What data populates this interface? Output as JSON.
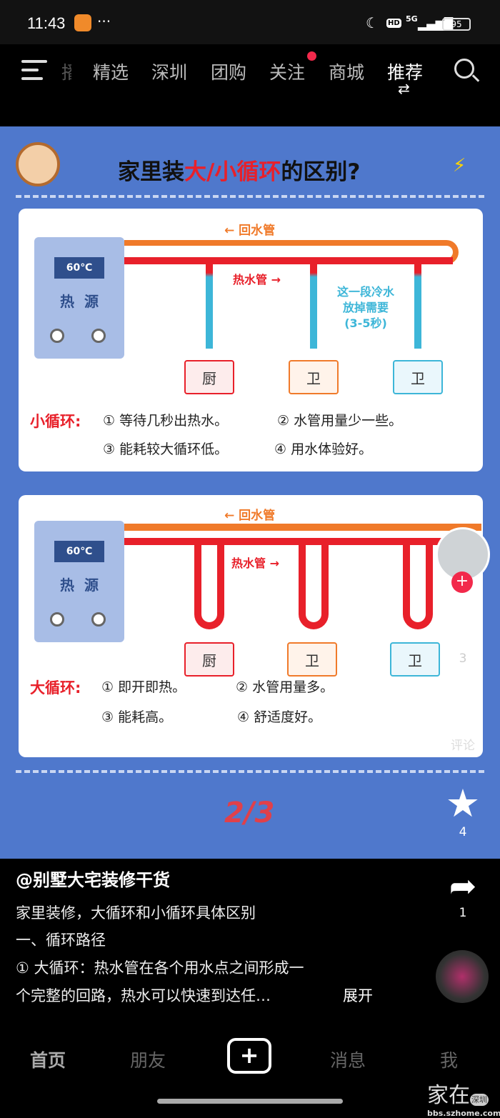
{
  "status": {
    "time": "11:43",
    "hd": "HD",
    "net": "5G",
    "battery": "95"
  },
  "nav": {
    "tabs": [
      "播",
      "精选",
      "深圳",
      "团购",
      "关注",
      "商城",
      "推荐"
    ],
    "switch_icon": "⇄"
  },
  "post": {
    "title_a": "家里装",
    "title_b": "大/小循环",
    "title_c": "的区别?",
    "return_pipe": "← 回水管",
    "hot_pipe": "热水管 →",
    "temp": "60℃",
    "heater_label": "热源",
    "cold_note": [
      "这一段冷水",
      "放掉需要",
      "(3-5秒)"
    ],
    "rooms": [
      "厨",
      "卫",
      "卫"
    ],
    "small": {
      "label": "小循环:",
      "points": [
        "① 等待几秒出热水。",
        "② 水管用量少一些。",
        "③ 能耗较大循环低。",
        "④ 用水体验好。"
      ]
    },
    "big": {
      "label": "大循环:",
      "points": [
        "① 即开即热。",
        "② 水管用量多。",
        "③ 能耗高。",
        "④ 舒适度好。"
      ]
    },
    "page": "2/3"
  },
  "side": {
    "likes": "3",
    "comment": "评论",
    "favorites": "4",
    "shares": "1"
  },
  "caption": {
    "author": "@别墅大宅装修干货",
    "lines": [
      "家里装修，大循环和小循环具体区别",
      "一、循环路径",
      "① 大循环：热水管在各个用水点之间形成一",
      "个完整的回路，热水可以快速到达任…"
    ],
    "expand": "展开"
  },
  "bottom": {
    "items": [
      "首页",
      "朋友",
      "消息",
      "我"
    ]
  },
  "watermark": {
    "text": "家在",
    "tag": "深圳",
    "url": "bbs.szhome.com"
  },
  "colors": {
    "blue": "#4f78cc",
    "red": "#e8202a",
    "orange": "#f07a2a",
    "cyan": "#3db6d8"
  }
}
